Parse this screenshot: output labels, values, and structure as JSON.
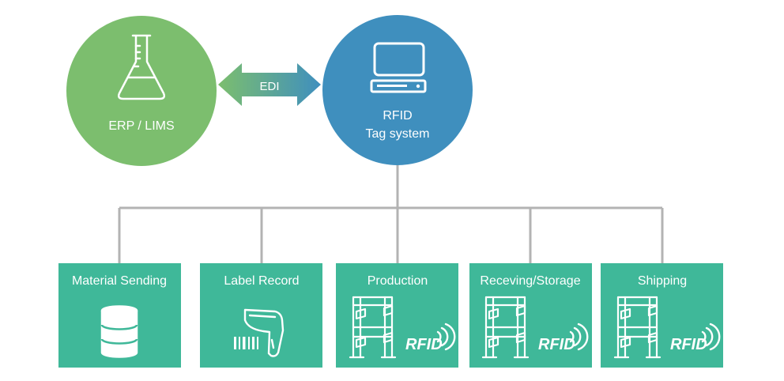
{
  "nodes": {
    "erp": {
      "label": "ERP / LIMS",
      "icon": "flask-icon",
      "color": "#7cbe6e"
    },
    "rfid": {
      "line1": "RFID",
      "line2": "Tag system",
      "icon": "computer-icon",
      "color": "#3f8fbe"
    }
  },
  "link": {
    "label": "EDI"
  },
  "stations": [
    {
      "label": "Material Sending",
      "icon": "barrel-icon"
    },
    {
      "label": "Label Record",
      "icon": "barcode-scanner-icon"
    },
    {
      "label": "Production",
      "icon": "rfid-shelf-icon"
    },
    {
      "label": "Receving/Storage",
      "icon": "rfid-shelf-icon"
    },
    {
      "label": "Shipping",
      "icon": "rfid-shelf-icon"
    }
  ],
  "rfid_badge": "RFID",
  "colors": {
    "station": "#3fb899",
    "connector": "#b3b3b3",
    "edi_left": "#7cbe6e",
    "edi_right": "#3f8fbe"
  }
}
